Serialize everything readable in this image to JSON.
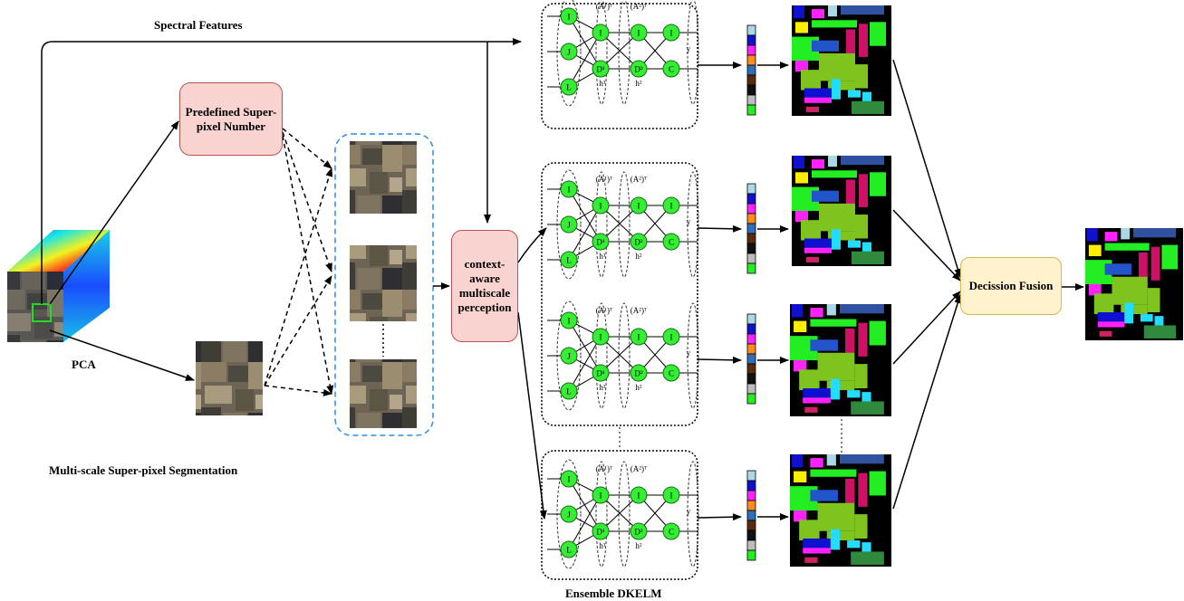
{
  "labels": {
    "spectral_features": "Spectral Features",
    "pca": "PCA",
    "multi_scale": "Multi-scale Super-pixel Segmentation",
    "predefined": "Predefined Super-pixel Number",
    "context": "context-aware multiscale perception",
    "ensemble": "Ensemble DKELM",
    "fusion": "Decission Fusion"
  },
  "network": {
    "input_nodes": [
      "I",
      "J",
      "L"
    ],
    "hidden1_nodes": [
      "I",
      "D¹"
    ],
    "hidden2_nodes": [
      "I",
      "D²"
    ],
    "output_nodes": [
      "I",
      "C"
    ],
    "layer_top_1": "(A¹)ᵀ",
    "layer_top_2": "(A²)ᵀ",
    "hidden_label_1": "h¹",
    "hidden_label_2": "h²",
    "output_label": "y"
  },
  "colors": {
    "node_fill": "#33ee33",
    "node_stroke": "#1a6b1a",
    "dashed_group": "#2b8be8",
    "box_fill": "#f8d3cf",
    "box_stroke": "#b85450",
    "fusion_fill": "#fff2cc",
    "fusion_stroke": "#d6b656",
    "crop_box": "#22dd22"
  },
  "output_vector_colors": [
    "#a9d9e6",
    "#1010d0",
    "#ff22ff",
    "#ff8c1a",
    "#2e6fb5",
    "#5a2a0a",
    "#111111",
    "#bdbdbd",
    "#22ee22"
  ],
  "icons": {
    "hsi_cube": "hyperspectral-cube-icon",
    "satellite": "satellite-image-icon",
    "class_map": "classification-map-icon"
  }
}
